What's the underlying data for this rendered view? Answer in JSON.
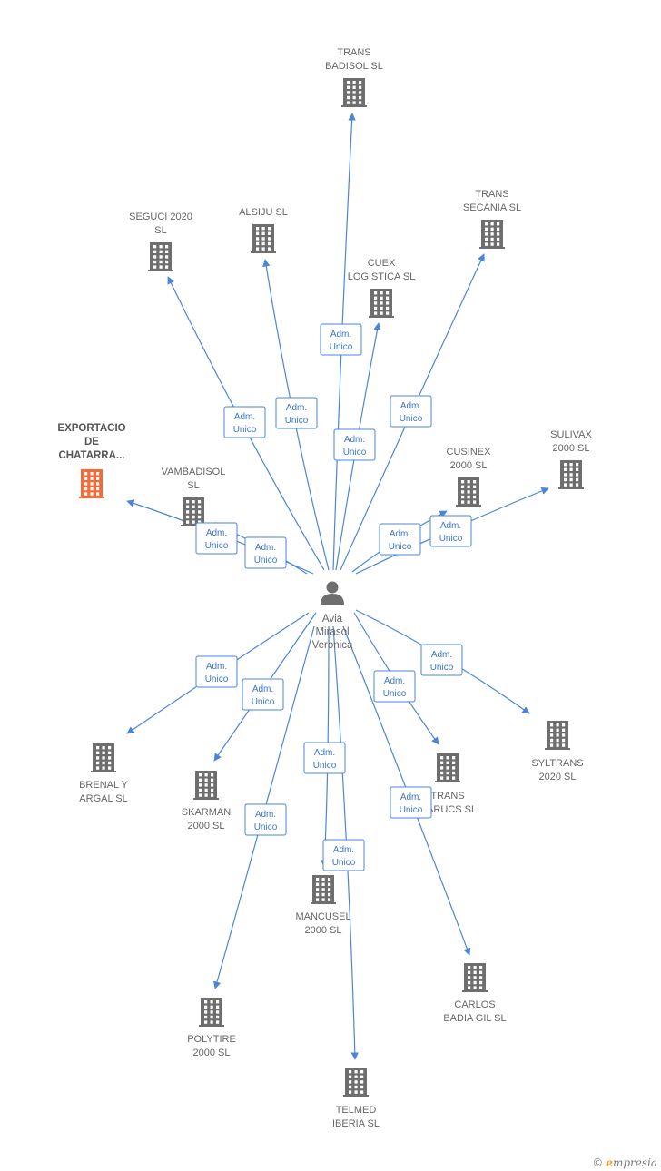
{
  "center": {
    "name_lines": [
      "Avia",
      "Mirasol",
      "Veronica"
    ],
    "icon": "person-icon"
  },
  "edge_label": [
    "Adm.",
    "Unico"
  ],
  "colors": {
    "edge": "#4a86d6",
    "building": "#6e6e6e",
    "highlight": "#f26b3a",
    "brand_accent": "#e9a21a"
  },
  "nodes": [
    {
      "id": "trans-badisol",
      "lines": [
        "TRANS",
        "BADISOL  SL"
      ],
      "icon": "building-icon"
    },
    {
      "id": "seguci-2020",
      "lines": [
        "SEGUCI 2020",
        "SL"
      ],
      "icon": "building-icon"
    },
    {
      "id": "alsiju",
      "lines": [
        "ALSIJU  SL"
      ],
      "icon": "building-icon"
    },
    {
      "id": "trans-secania",
      "lines": [
        "TRANS",
        "SECANIA  SL"
      ],
      "icon": "building-icon"
    },
    {
      "id": "cuex-logistica",
      "lines": [
        "CUEX",
        "LOGISTICA  SL"
      ],
      "icon": "building-icon"
    },
    {
      "id": "exportacio-de-chatarra",
      "lines": [
        "EXPORTACIO",
        "DE",
        "CHATARRA..."
      ],
      "icon": "building-icon",
      "highlight": true
    },
    {
      "id": "vambadisol",
      "lines": [
        "VAMBADISOL",
        "SL"
      ],
      "icon": "building-icon"
    },
    {
      "id": "cusinex-2000",
      "lines": [
        "CUSINEX",
        "2000  SL"
      ],
      "icon": "building-icon"
    },
    {
      "id": "sulivax-2000",
      "lines": [
        "SULIVAX",
        "2000  SL"
      ],
      "icon": "building-icon"
    },
    {
      "id": "brenal-y-argal",
      "lines": [
        "BRENAL Y",
        "ARGAL  SL"
      ],
      "icon": "building-icon"
    },
    {
      "id": "skarman-2000",
      "lines": [
        "SKARMAN",
        "2000  SL"
      ],
      "icon": "building-icon"
    },
    {
      "id": "trans-marucs",
      "lines": [
        "TRANS",
        "MARUCS  SL"
      ],
      "icon": "building-icon"
    },
    {
      "id": "syltrans-2020",
      "lines": [
        "SYLTRANS",
        "2020  SL"
      ],
      "icon": "building-icon"
    },
    {
      "id": "mancusel-2000",
      "lines": [
        "MANCUSEL",
        "2000  SL"
      ],
      "icon": "building-icon"
    },
    {
      "id": "carlos-badia-gil",
      "lines": [
        "CARLOS",
        "BADIA GIL SL"
      ],
      "icon": "building-icon"
    },
    {
      "id": "polytire-2000",
      "lines": [
        "POLYTIRE",
        "2000  SL"
      ],
      "icon": "building-icon"
    },
    {
      "id": "telmed-iberia",
      "lines": [
        "TELMED",
        "IBERIA  SL"
      ],
      "icon": "building-icon"
    }
  ],
  "edges": [
    {
      "target": "trans-badisol",
      "label": "Adm. Unico"
    },
    {
      "target": "seguci-2020",
      "label": "Adm. Unico"
    },
    {
      "target": "alsiju",
      "label": "Adm. Unico"
    },
    {
      "target": "trans-secania",
      "label": "Adm. Unico"
    },
    {
      "target": "cuex-logistica",
      "label": "Adm. Unico"
    },
    {
      "target": "exportacio-de-chatarra",
      "label": "Adm. Unico"
    },
    {
      "target": "vambadisol",
      "label": "Adm. Unico"
    },
    {
      "target": "cusinex-2000",
      "label": "Adm. Unico"
    },
    {
      "target": "sulivax-2000",
      "label": "Adm. Unico"
    },
    {
      "target": "brenal-y-argal",
      "label": "Adm. Unico"
    },
    {
      "target": "skarman-2000",
      "label": "Adm. Unico"
    },
    {
      "target": "trans-marucs",
      "label": "Adm. Unico"
    },
    {
      "target": "syltrans-2020",
      "label": "Adm. Unico"
    },
    {
      "target": "mancusel-2000",
      "label": "Adm. Unico"
    },
    {
      "target": "carlos-badia-gil",
      "label": "Adm. Unico"
    },
    {
      "target": "polytire-2000",
      "label": "Adm. Unico"
    },
    {
      "target": "telmed-iberia",
      "label": "Adm. Unico"
    }
  ],
  "brand": {
    "copyright": "©",
    "first": "e",
    "rest": "mpresia"
  }
}
